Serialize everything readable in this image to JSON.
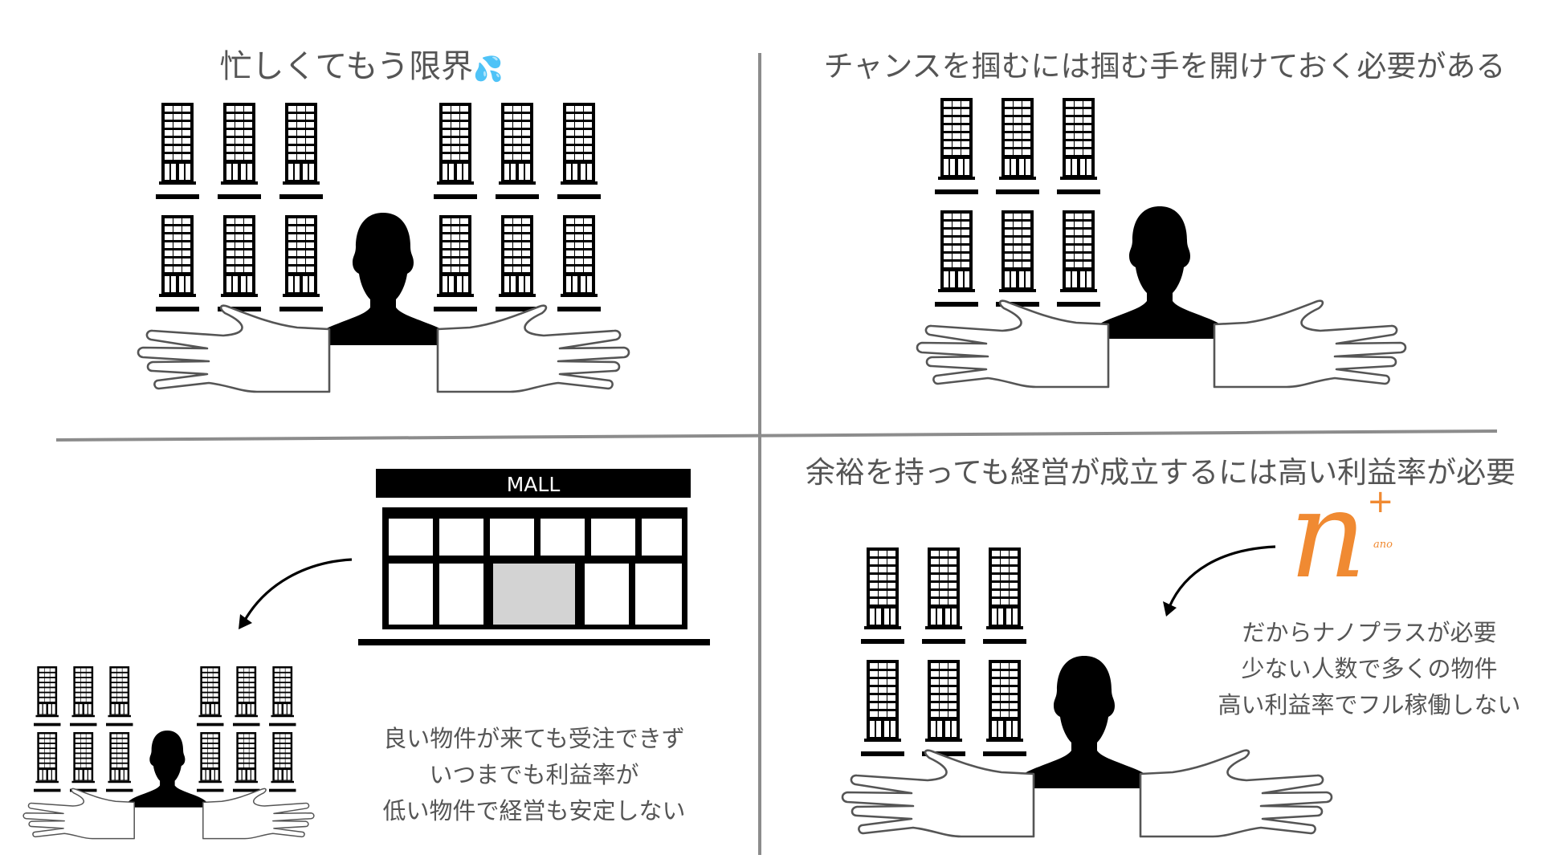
{
  "panels": {
    "top_left": {
      "title": "忙しくてもう限界",
      "title_emoji": "💦"
    },
    "top_right": {
      "title": "チャンスを掴むには掴む手を開けておく必要がある"
    },
    "bottom_left": {
      "mall_sign": "MALL",
      "lines": [
        "良い物件が来ても受注できず",
        "いつまでも利益率が",
        "低い物件で経営も安定しない"
      ]
    },
    "bottom_right": {
      "title": "余裕を持っても経営が成立するには高い利益率が必要",
      "logo": {
        "letter": "n",
        "plus": "+",
        "small_text": "ano"
      },
      "lines": [
        "だからナノプラスが必要",
        "少ない人数で多くの物件",
        "高い利益率でフル稼働しない"
      ]
    }
  },
  "colors": {
    "ink": "#000000",
    "divider": "#8c8c8c",
    "text": "#555555",
    "hand_stroke": "#555555",
    "logo_orange": "#f08a32",
    "mall_door": "#d3d3d3"
  },
  "icons": [
    "building-icon",
    "person-silhouette-icon",
    "open-hand-icon",
    "mall-icon",
    "curved-arrow-icon",
    "droplet-icon"
  ]
}
